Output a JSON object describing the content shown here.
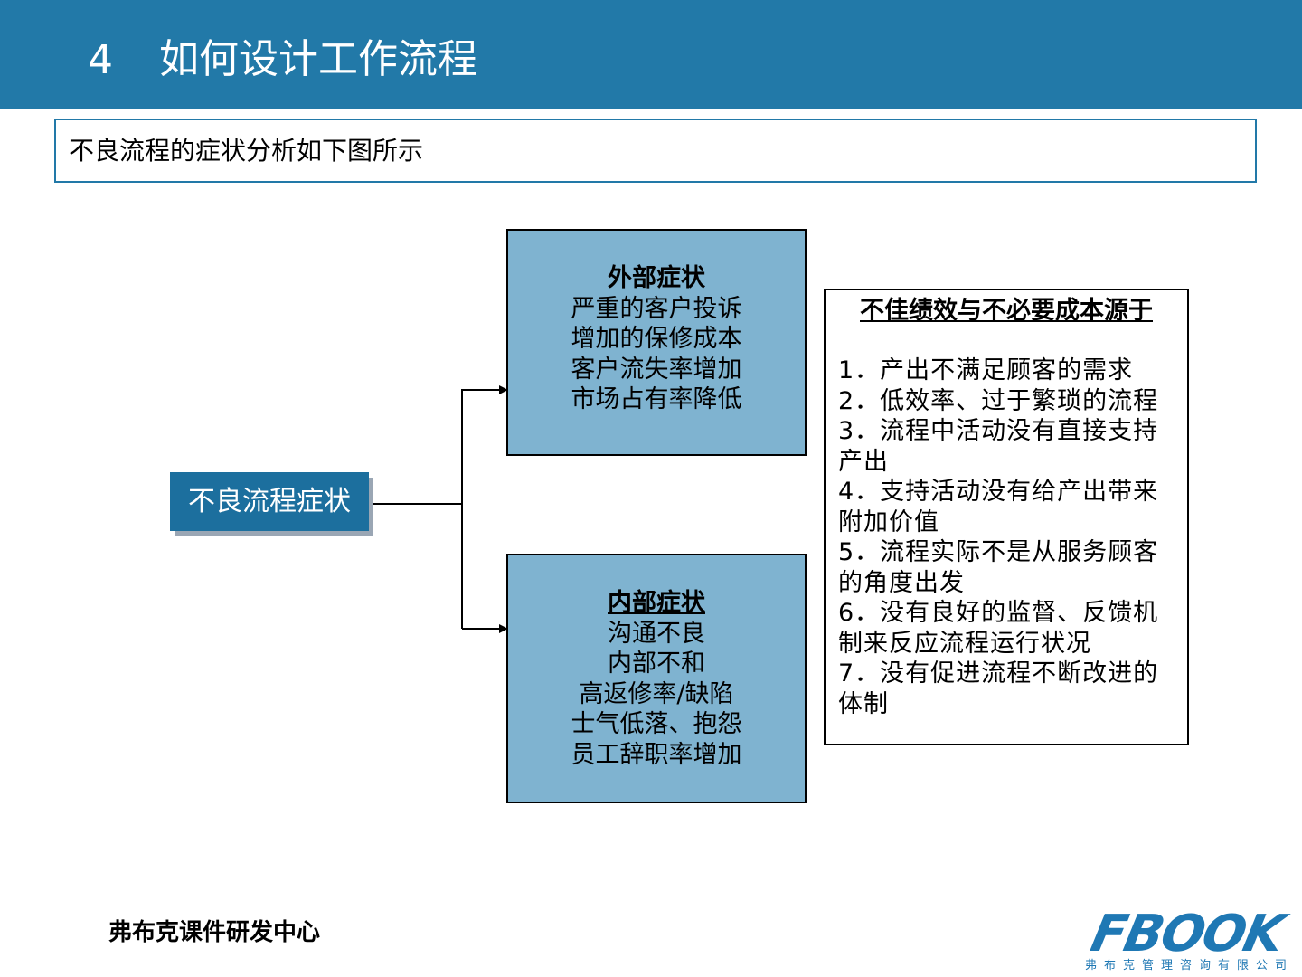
{
  "header": {
    "number": "4",
    "title": "如何设计工作流程"
  },
  "subtitle": "不良流程的症状分析如下图所示",
  "diagram": {
    "source": "不良流程症状",
    "external": {
      "heading": "外部症状",
      "items": [
        "严重的客户投诉",
        "增加的保修成本",
        "客户流失率增加",
        "市场占有率降低"
      ]
    },
    "internal": {
      "heading": "内部症状",
      "items": [
        "沟通不良",
        "内部不和",
        "高返修率/缺陷",
        "士气低落、抱怨",
        "员工辞职率增加"
      ]
    },
    "causes": {
      "title": "不佳绩效与不必要成本源于",
      "items": [
        "1．产出不满足顾客的需求",
        "2．低效率、过于繁琐的流程",
        "3．流程中活动没有直接支持产出",
        "4．支持活动没有给产出带来附加价值",
        "5．流程实际不是从服务顾客的角度出发",
        "6．没有良好的监督、反馈机制来反应流程运行状况",
        "7．没有促进流程不断改进的体制"
      ]
    }
  },
  "footer": {
    "org": "弗布克课件研发中心",
    "logo_text": "FBOOK",
    "logo_subtext": "弗布克管理咨询有限公司"
  },
  "colors": {
    "header_bg": "#2279a8",
    "source_bg": "#1c6f9e",
    "symptom_bg": "#7fb3d0",
    "logo": "#1f78b4"
  }
}
